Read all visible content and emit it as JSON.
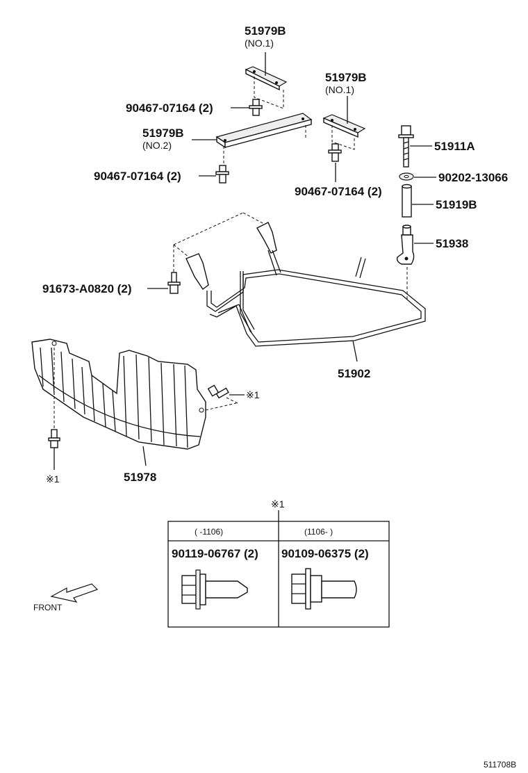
{
  "labels": {
    "bracket_no1_a": "51979B",
    "bracket_no1_a_sub": "(NO.1)",
    "bracket_no1_b": "51979B",
    "bracket_no1_b_sub": "(NO.1)",
    "bracket_no2": "51979B",
    "bracket_no2_sub": "(NO.2)",
    "clip_a": "90467-07164 (2)",
    "clip_b": "90467-07164 (2)",
    "clip_c": "90467-07164 (2)",
    "bolt_51911a": "51911A",
    "washer": "90202-13066",
    "collar": "51919B",
    "bracket_51938": "51938",
    "screw_91673": "91673-A0820 (2)",
    "frame": "51902",
    "cover": "51978",
    "ref_mark_right": "※1",
    "ref_mark_left": "※1",
    "ref_mark_table": "※1",
    "front": "FRONT",
    "diagram_code": "511708B"
  },
  "ref_table": {
    "col1_header": "(      -1106)",
    "col2_header": "(1106-      )",
    "col1_part": "90119-06767 (2)",
    "col2_part": "90109-06375 (2)"
  },
  "colors": {
    "line": "#111111",
    "background": "#ffffff"
  }
}
